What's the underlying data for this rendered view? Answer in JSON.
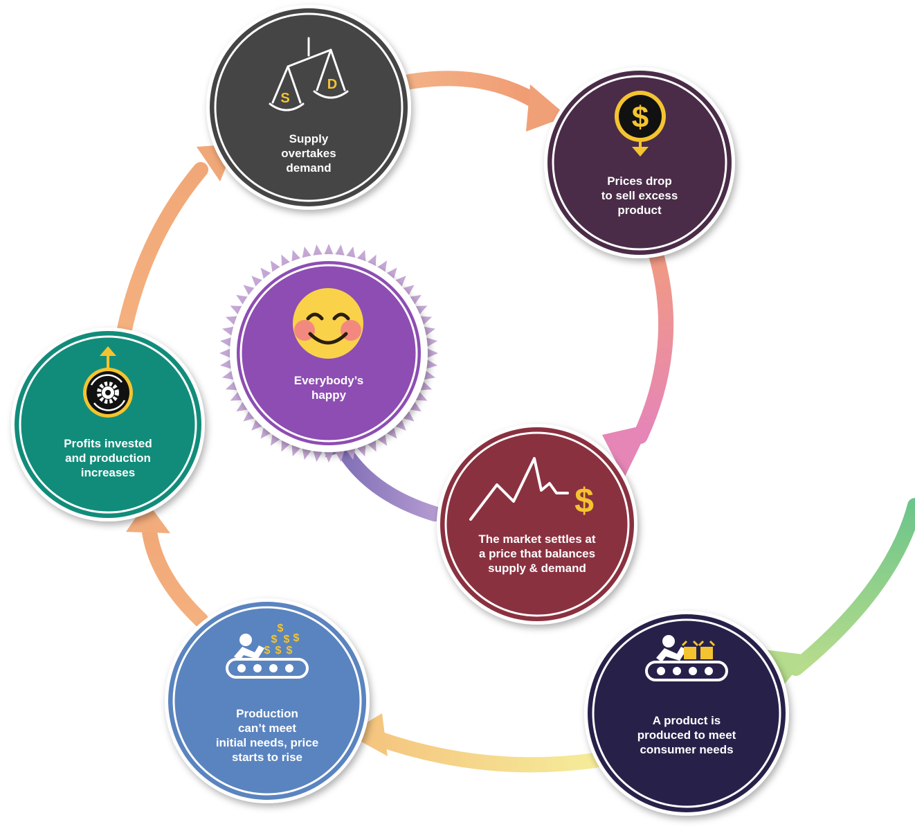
{
  "steps": {
    "supply": {
      "lines": [
        "Supply",
        "overtakes",
        "demand"
      ],
      "icon": "balance-scale-icon",
      "scale_letters": [
        "S",
        "D"
      ],
      "color": "#454545"
    },
    "prices": {
      "lines": [
        "Prices drop",
        "to sell excess",
        "product"
      ],
      "icon": "dollar-down-icon",
      "color": "#4a2c48"
    },
    "market": {
      "lines": [
        "The market settles at",
        "a price that balances",
        "supply & demand"
      ],
      "icon": "price-chart-icon",
      "color": "#8a3140"
    },
    "product": {
      "lines": [
        "A product is",
        "produced to meet",
        "consumer needs"
      ],
      "icon": "conveyor-boxes-icon",
      "color": "#27214a"
    },
    "production": {
      "lines": [
        "Production",
        "can’t meet",
        "initial needs, price",
        "starts to rise"
      ],
      "icon": "conveyor-money-icon",
      "color": "#5a84bf"
    },
    "profits": {
      "lines": [
        "Profits invested",
        "and production",
        "increases"
      ],
      "icon": "gear-up-icon",
      "color": "#128c7a"
    },
    "happy": {
      "lines": [
        "Everybody’s",
        "happy"
      ],
      "icon": "smiley-face-icon",
      "color": "#8d4db2"
    }
  },
  "colors": {
    "gold": "#f4c430",
    "arrow_orange": "#f0a877",
    "arrow_pink": "#e889b0",
    "arrow_purple": "#8e7fc0",
    "arrow_yellow": "#f6e28a",
    "arrow_green": "#a8d88a"
  }
}
